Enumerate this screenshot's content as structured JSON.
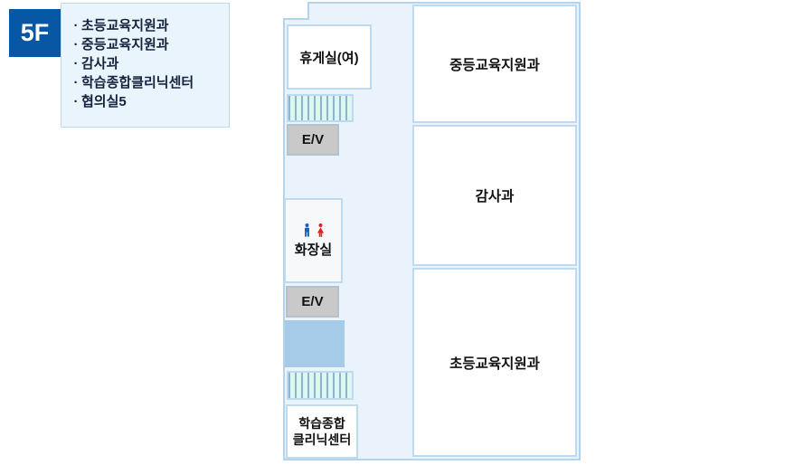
{
  "floor": {
    "badge": "5F"
  },
  "legend": {
    "bullet": "·",
    "items": [
      "초등교육지원과",
      "중등교육지원과",
      "감사과",
      "학습종합클리닉센터",
      "협의실5"
    ]
  },
  "plan": {
    "rest_room_label": "휴게실(여)",
    "elevator_top_label": "E/V",
    "elevator_bottom_label": "E/V",
    "toilet_label": "화장실",
    "clinic_line1": "학습종합",
    "clinic_line2": "클리닉센터",
    "rooms": [
      {
        "label": "중등교육지원과"
      },
      {
        "label": "감사과"
      },
      {
        "label": "초등교육지원과"
      }
    ]
  },
  "colors": {
    "badge_bg": "#0857a4",
    "badge_text": "#ffffff",
    "legend_fill": "#e9f4fd",
    "legend_border": "#badbf2",
    "legend_text": "#15233c",
    "plan_fill": "#eaf3fb",
    "plan_border": "#b4d3ec",
    "box_border": "#bedaf1",
    "room_fill": "#ffffff",
    "room_text": "#111111",
    "ev_fill": "#c9c9c9",
    "ev_border": "#b6c2ca",
    "stairs_fill": "#dcf6f2",
    "stairs_stripe": "#8fb3c8",
    "blue_box_fill": "#a6cbe9",
    "toilet_fill": "#f6f8f9",
    "man_icon": "#1b5ebe",
    "woman_icon": "#e02020"
  }
}
